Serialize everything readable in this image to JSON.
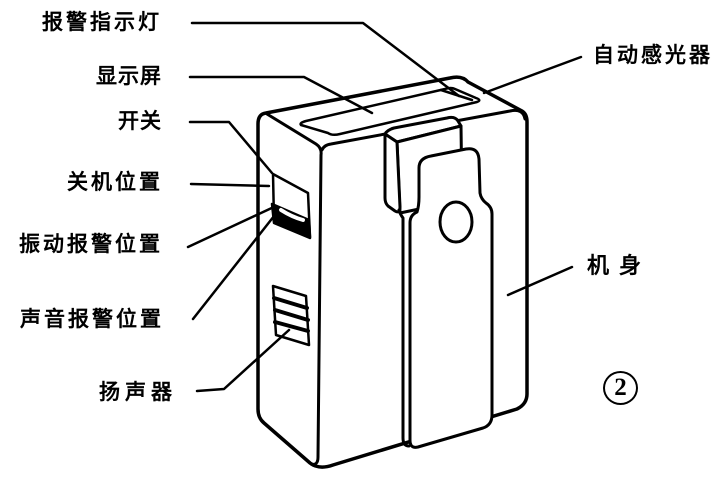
{
  "figure": {
    "figure_number": "2",
    "background_color": "#ffffff",
    "line_color": "#000000",
    "labels": {
      "alarm_indicator": "报警指示灯",
      "display_screen": "显示屏",
      "power_switch": "开关",
      "off_position": "关机位置",
      "vibration_alarm_position": "振动报警位置",
      "sound_alarm_position": "声音报警位置",
      "speaker": "扬声器",
      "auto_light_sensor": "自动感光器",
      "device_body": "机身"
    }
  }
}
